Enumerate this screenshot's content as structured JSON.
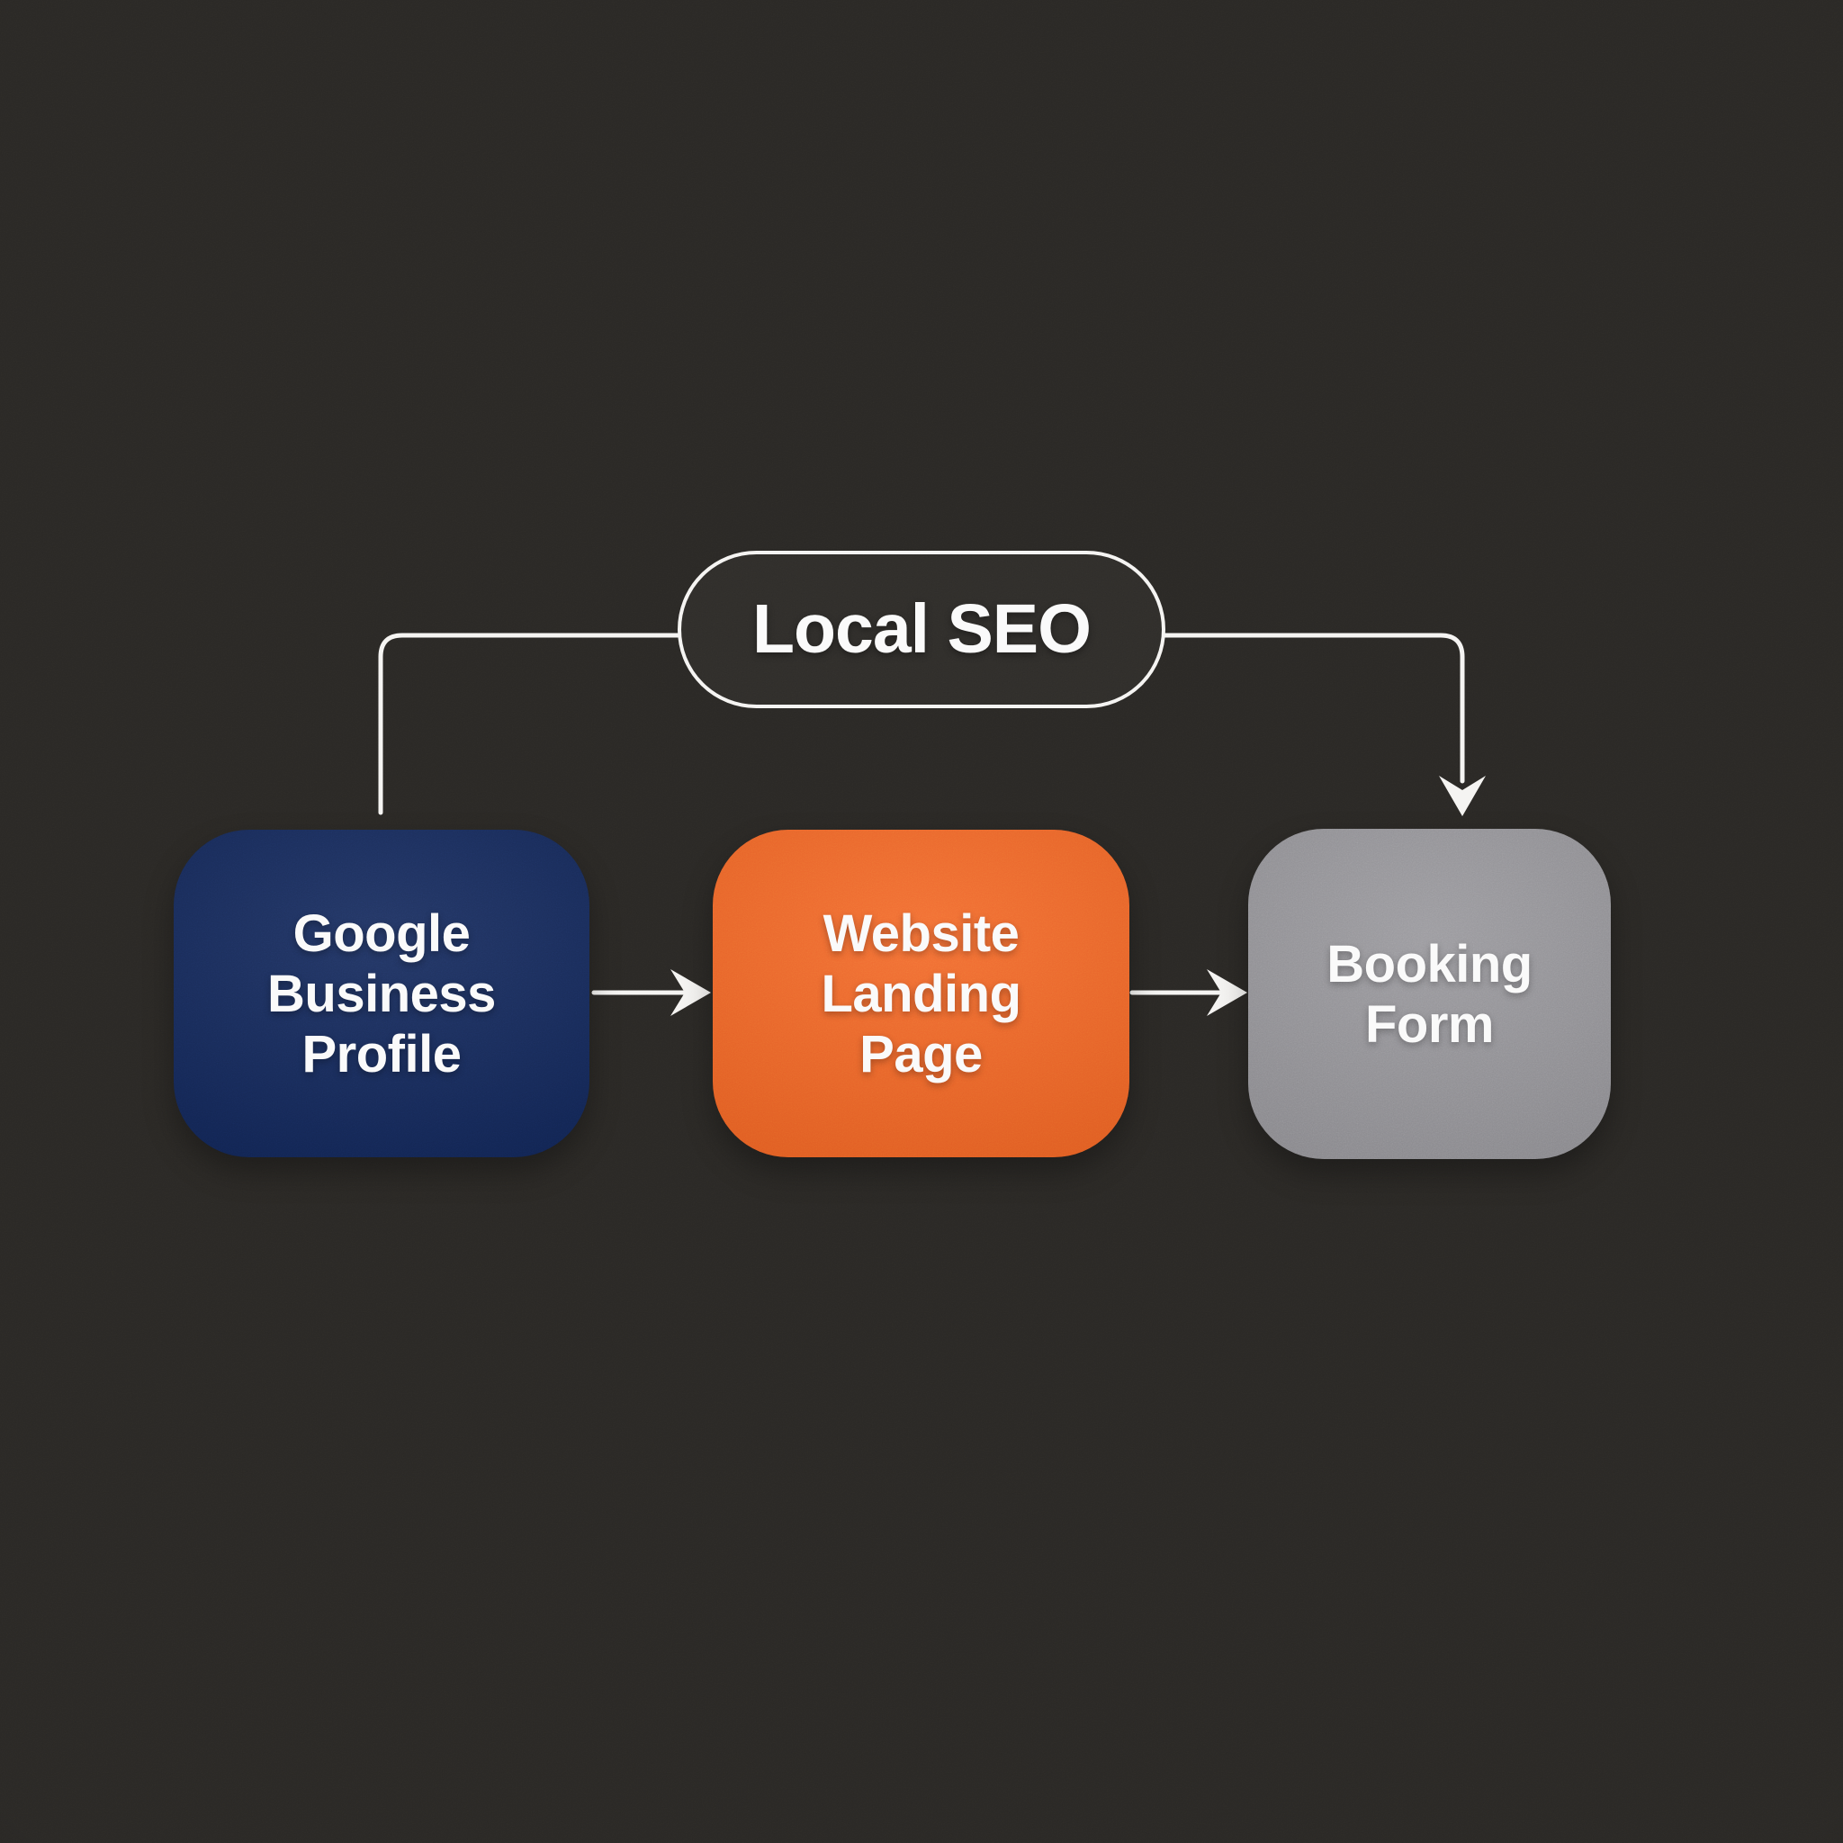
{
  "colors": {
    "background": "#2a2825",
    "outline": "#f5f4f2",
    "text": "#fafafa",
    "pill_fill": "#2f2d2a",
    "node_navy": "#0c2154",
    "node_orange": "#f2601f",
    "node_gray": "#919095"
  },
  "diagram": {
    "root": {
      "label": "Local SEO"
    },
    "nodes": [
      {
        "id": "google-business-profile",
        "lines": [
          "Google",
          "Business",
          "Profile"
        ],
        "color": "#0c2154"
      },
      {
        "id": "website-landing-page",
        "lines": [
          "Website",
          "Landing",
          "Page"
        ],
        "color": "#f2601f"
      },
      {
        "id": "booking-form",
        "lines": [
          "Booking",
          "Form"
        ],
        "color": "#919095"
      }
    ],
    "edges": [
      {
        "from": "local-seo",
        "to": "google-business-profile",
        "arrowhead": false
      },
      {
        "from": "local-seo",
        "to": "booking-form",
        "arrowhead": true
      },
      {
        "from": "google-business-profile",
        "to": "website-landing-page",
        "arrowhead": true
      },
      {
        "from": "website-landing-page",
        "to": "booking-form",
        "arrowhead": true
      }
    ]
  }
}
